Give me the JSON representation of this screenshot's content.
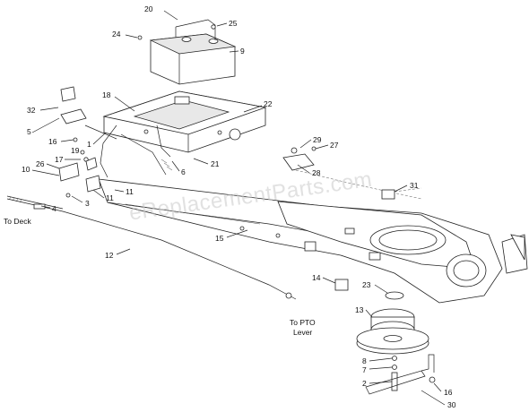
{
  "callouts": {
    "c20": "20",
    "c25": "25",
    "c24": "24",
    "c9": "9",
    "c18": "18",
    "c22": "22",
    "c32": "32",
    "c5": "5",
    "c16a": "16",
    "c1": "1",
    "c19": "19",
    "c17": "17",
    "c26": "26",
    "c10": "10",
    "c3": "3",
    "c11a": "11",
    "c11b": "11",
    "c6": "6",
    "c21": "21",
    "c29": "29",
    "c27": "27",
    "c28": "28",
    "c31": "31",
    "c4": "4",
    "c15": "15",
    "c12": "12",
    "c14": "14",
    "c23": "23",
    "c13": "13",
    "c8": "8",
    "c7": "7",
    "c2": "2",
    "c16b": "16",
    "c30": "30"
  },
  "notes": {
    "to_deck": "To Deck",
    "to_pto_line1": "To PTO",
    "to_pto_line2": "Lever"
  },
  "watermark": "eReplacementParts.com"
}
